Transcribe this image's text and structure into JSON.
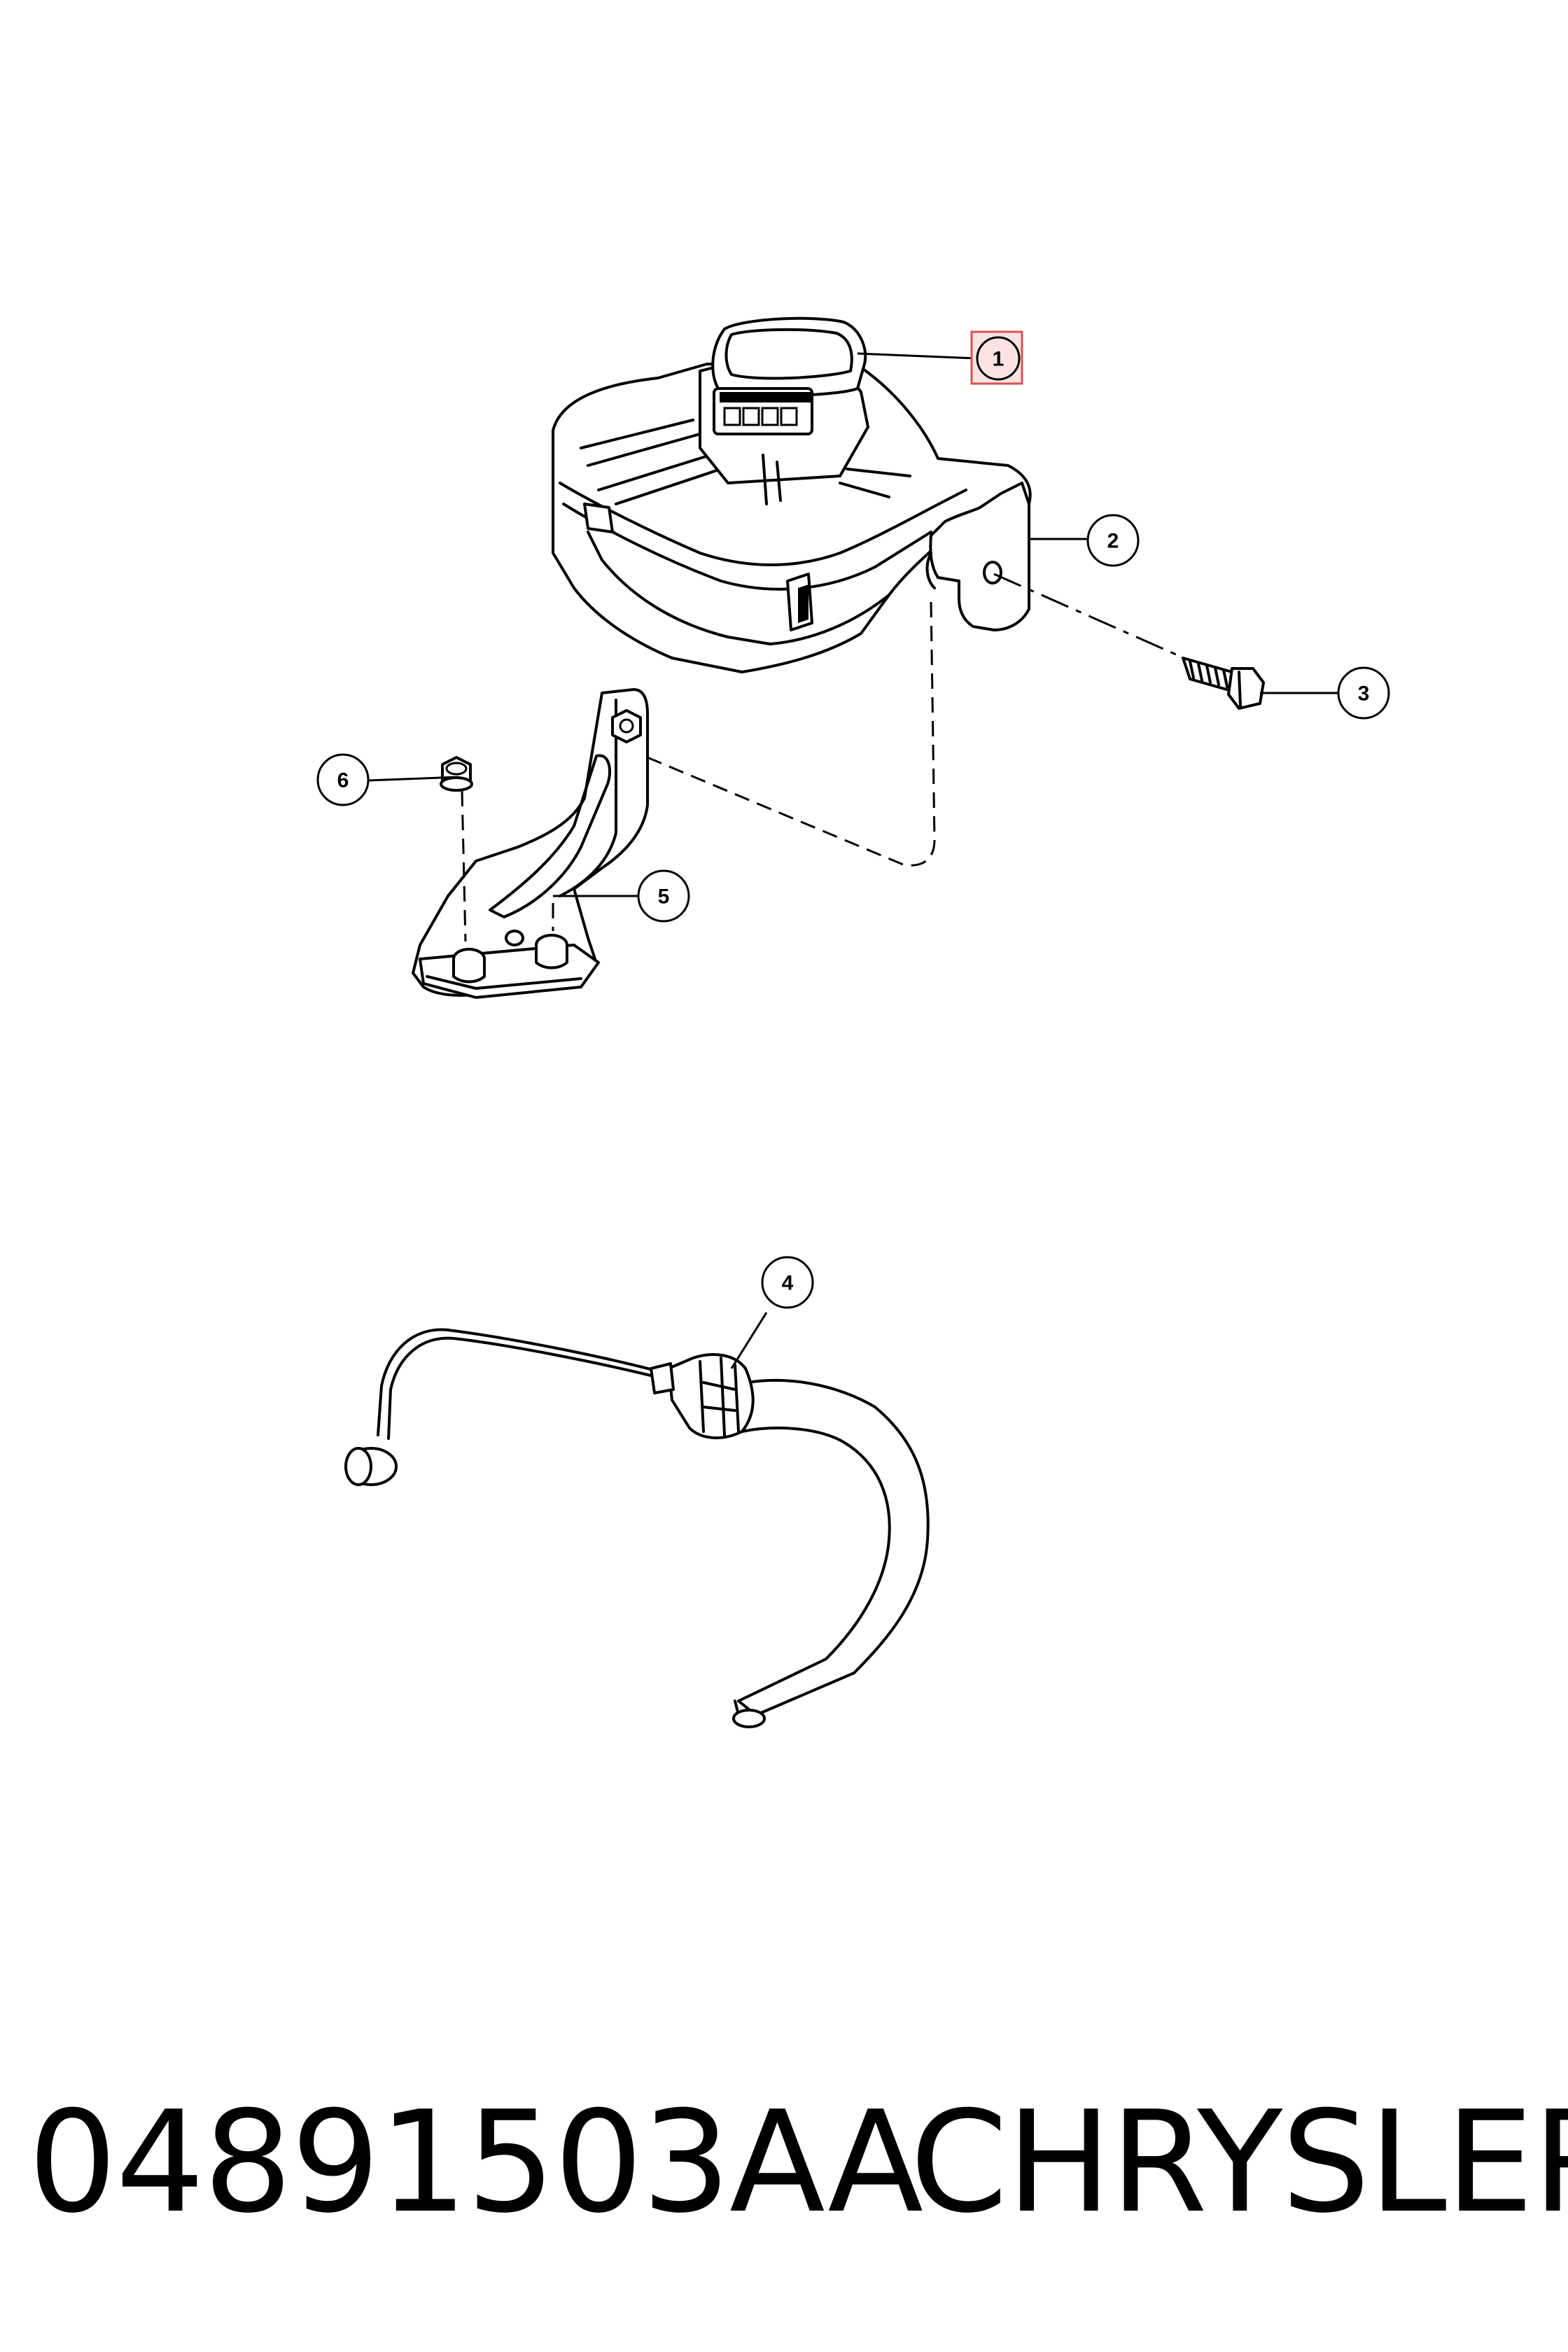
{
  "diagram": {
    "callouts": [
      {
        "id": "1",
        "label": "1"
      },
      {
        "id": "2",
        "label": "2"
      },
      {
        "id": "3",
        "label": "3"
      },
      {
        "id": "4",
        "label": "4"
      },
      {
        "id": "5",
        "label": "5"
      },
      {
        "id": "6",
        "label": "6"
      }
    ],
    "highlighted_callout": "1",
    "highlight_color": "#d9534f"
  },
  "footer": {
    "part_number": "04891503AA",
    "brand": "CHRYSLER"
  }
}
